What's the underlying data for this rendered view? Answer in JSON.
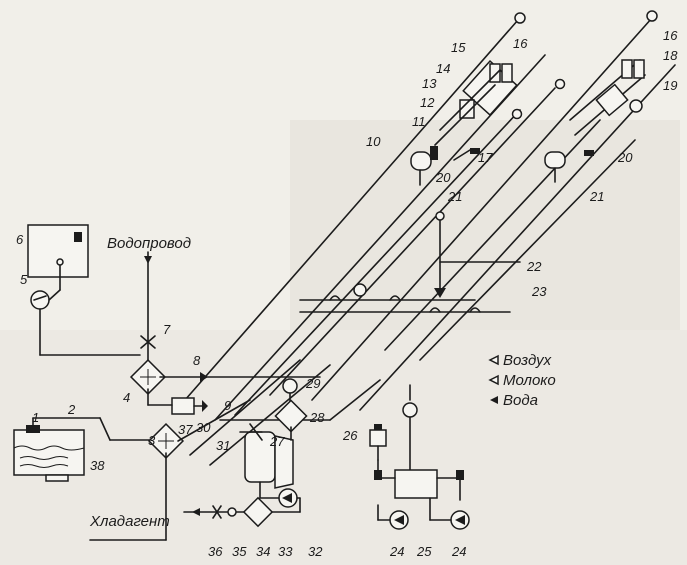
{
  "labels": {
    "water_supply": "Водопровод",
    "refrigerant": "Хладагент"
  },
  "legend": [
    {
      "symbol": "◁",
      "label": "Воздух"
    },
    {
      "symbol": "◁",
      "label": "Молоко"
    },
    {
      "symbol": "◀",
      "label": "Вода"
    }
  ],
  "numbers": {
    "n1": "1",
    "n2": "2",
    "n3": "3",
    "n4": "4",
    "n5": "5",
    "n6": "6",
    "n7": "7",
    "n8": "8",
    "n9": "9",
    "n10": "10",
    "n11": "11",
    "n12": "12",
    "n13": "13",
    "n14": "14",
    "n15": "15",
    "n16a": "16",
    "n16b": "16",
    "n17": "17",
    "n18": "18",
    "n19": "19",
    "n20a": "20",
    "n20b": "20",
    "n21a": "21",
    "n21b": "21",
    "n22": "22",
    "n23": "23",
    "n24a": "24",
    "n24b": "24",
    "n25": "25",
    "n26": "26",
    "n27": "27",
    "n28": "28",
    "n29": "29",
    "n30": "30",
    "n31": "31",
    "n32": "32",
    "n33": "33",
    "n34": "34",
    "n35": "35",
    "n36": "36",
    "n37": "37",
    "n38": "38"
  }
}
